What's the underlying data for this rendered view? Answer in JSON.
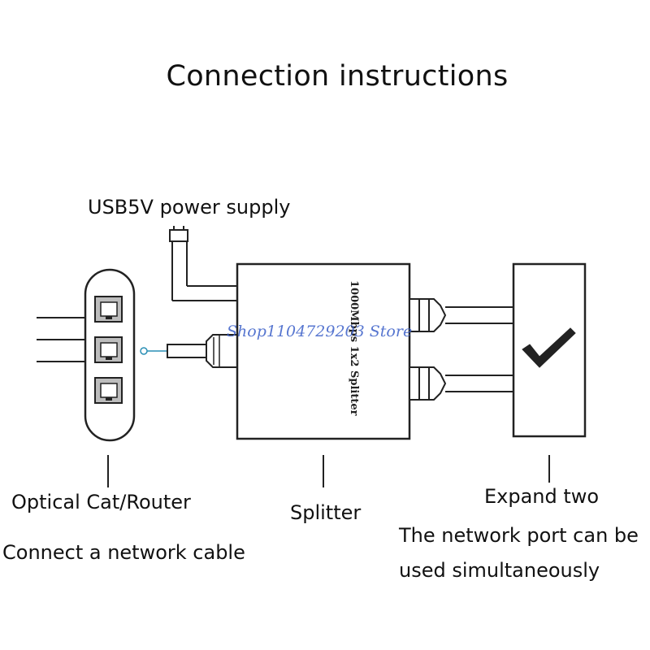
{
  "title": "Connection instructions",
  "labels": {
    "usb_power": "USB5V power supply",
    "router": "Optical Cat/Router",
    "connect_cable": "Connect a network cable",
    "splitter": "Splitter",
    "expand_two": "Expand two",
    "ports_line1": "The network port can be",
    "ports_line2": "used simultaneously"
  },
  "device": {
    "model_text": "1000Mbps 1x2 Splitter"
  },
  "watermark": "Shop1104729203 Store",
  "icons": {
    "check": "checkmark-icon",
    "rj45": "ethernet-port-icon"
  }
}
